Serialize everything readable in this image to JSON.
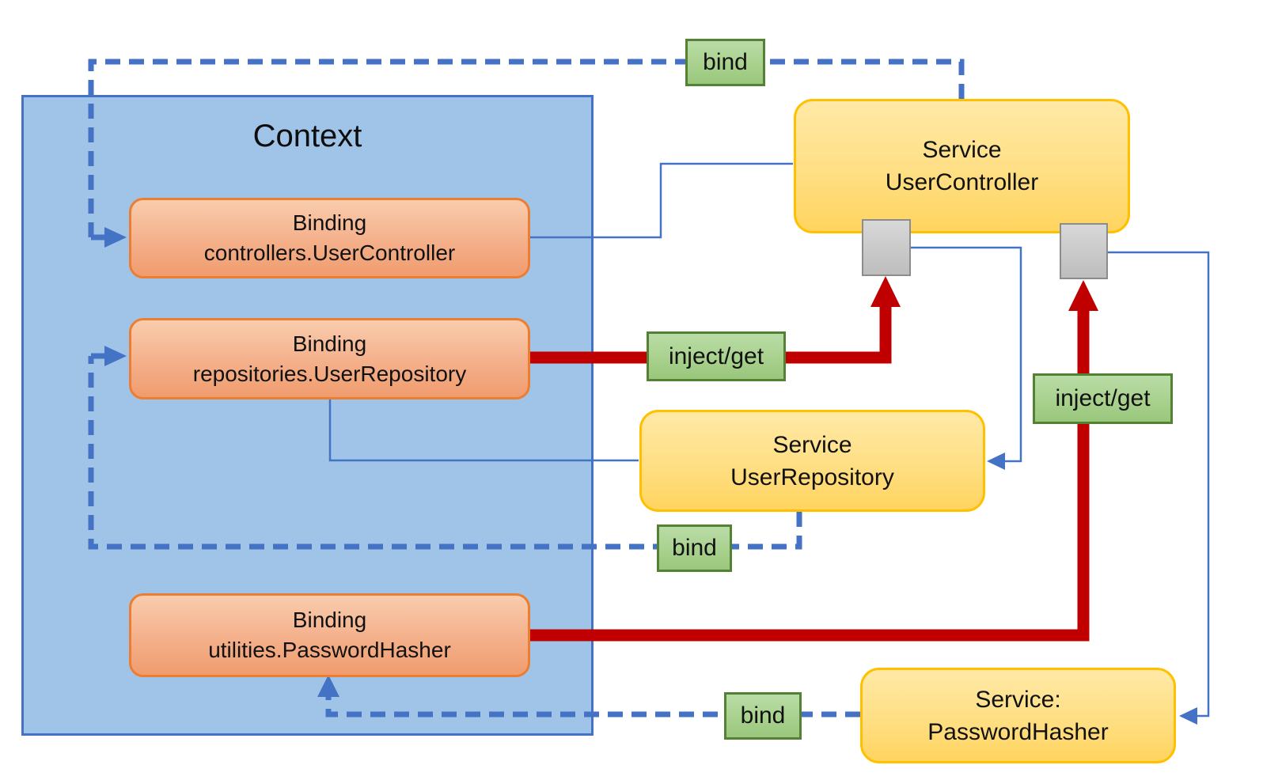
{
  "diagram": {
    "context": {
      "title": "Context",
      "bindings": [
        {
          "type_label": "Binding",
          "key": "controllers.UserController"
        },
        {
          "type_label": "Binding",
          "key": "repositories.UserRepository"
        },
        {
          "type_label": "Binding",
          "key": "utilities.PasswordHasher"
        }
      ]
    },
    "services": [
      {
        "type_label": "Service",
        "name": "UserController"
      },
      {
        "type_label": "Service",
        "name": "UserRepository"
      },
      {
        "type_label": "Service:",
        "name": "PasswordHasher"
      }
    ],
    "edge_labels": {
      "bind_top": "bind",
      "bind_middle": "bind",
      "bind_bottom": "bind",
      "inject_get_left": "inject/get",
      "inject_get_right": "inject/get"
    },
    "colors": {
      "context_fill": "#A0C4E8",
      "context_border": "#4472C4",
      "binding_fill_top": "#F9CCAD",
      "binding_fill_bottom": "#F09C6E",
      "binding_border": "#ED7D31",
      "service_fill_top": "#FFE9A6",
      "service_fill_bottom": "#FFD45F",
      "service_border": "#FFC000",
      "label_fill": "#A9D18E",
      "label_border": "#548235",
      "bind_line": "#4472C4",
      "inject_line": "#C00000",
      "port_fill": "#C9C9C9",
      "port_border": "#8C8C8C"
    }
  }
}
